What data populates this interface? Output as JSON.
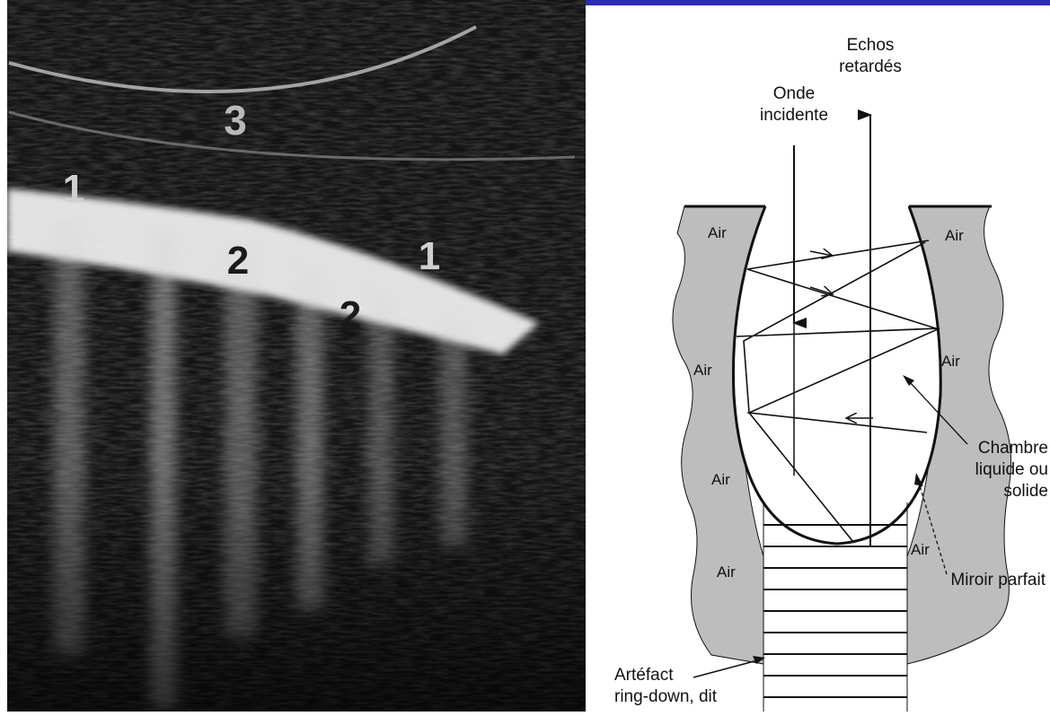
{
  "colors": {
    "accent_rule": "#2c2cb0",
    "tissue_gray": "#bdbdbd",
    "ultrasound_bg": "#141414",
    "ultrasound_bright": "#f2f2f2",
    "ink": "#111111"
  },
  "ultrasound": {
    "labels": {
      "rib_left": "1",
      "rib_right": "1",
      "artifact_left": "2",
      "artifact_right": "2",
      "fluid": "3"
    }
  },
  "diagram": {
    "title_echos": "Echos",
    "title_retardes": "retardés",
    "incident_line1": "Onde",
    "incident_line2": "incidente",
    "air_labels": [
      "Air",
      "Air",
      "Air",
      "Air",
      "Air",
      "Air",
      "Air"
    ],
    "chamber_line1": "Chambre",
    "chamber_line2": "liquide ou",
    "chamber_line3": "solide",
    "mirror_label": "Miroir parfait",
    "artifact_line1": "Artéfact",
    "artifact_line2": "ring-down, dit"
  }
}
